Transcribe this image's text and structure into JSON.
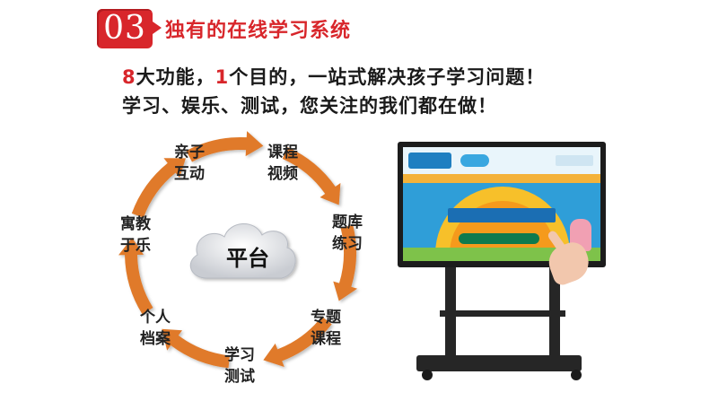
{
  "header": {
    "section_number": "03",
    "title": "独有的在线学习系统"
  },
  "intro": {
    "line1_prefix_num": "8",
    "line1_a": "大功能，",
    "line1_num2": "1",
    "line1_b": "个目的，一站式解决孩子学习问题！",
    "line2": "学习、娱乐、测试，您关注的我们都在做！"
  },
  "cycle": {
    "center": "平台",
    "nodes": [
      {
        "line1": "课程",
        "line2": "视频"
      },
      {
        "line1": "题库",
        "line2": "练习"
      },
      {
        "line1": "专题",
        "line2": "课程"
      },
      {
        "line1": "学习",
        "line2": "测试"
      },
      {
        "line1": "个人",
        "line2": "档案"
      },
      {
        "line1": "寓教",
        "line2": "于乐"
      },
      {
        "line1": "亲子",
        "line2": "互动"
      }
    ],
    "arrow_color": "#e07a2a"
  },
  "colors": {
    "accent": "#d8262b",
    "arrow": "#e07a2a"
  }
}
